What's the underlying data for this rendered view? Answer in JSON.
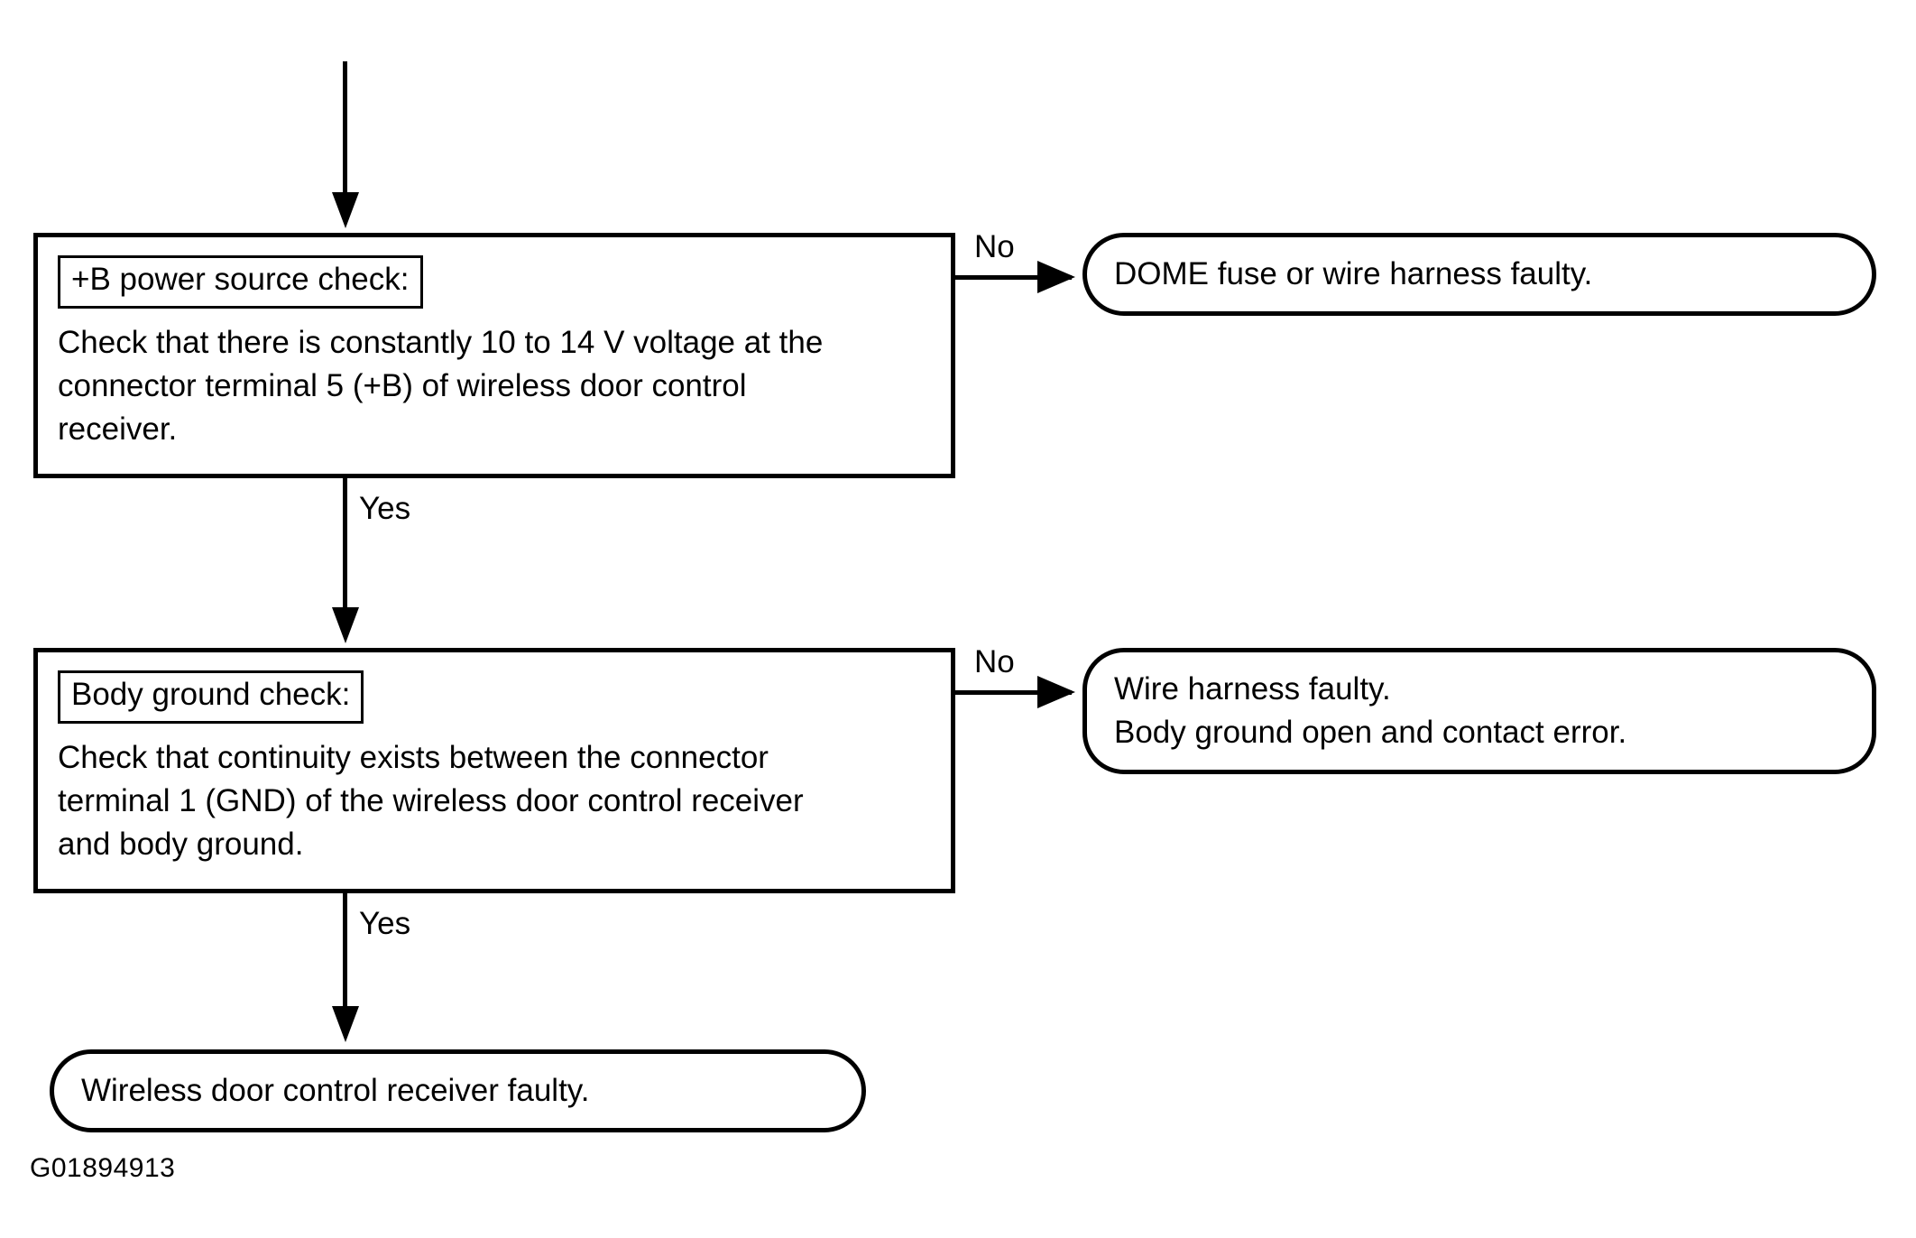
{
  "figure": {
    "type": "troubleshooting-flowchart",
    "footer_code": "G01894913",
    "ink_color": "#000000",
    "background_color": "#ffffff"
  },
  "nodes": {
    "entry_arrow": {
      "label": ""
    },
    "check1": {
      "title": "+B power source check:",
      "body": "Check that there is constantly 10 to 14 V voltage at the\nconnector terminal 5 (+B) of wireless door control\nreceiver."
    },
    "result1": {
      "line1": "DOME fuse or wire harness faulty."
    },
    "check2": {
      "title": "Body ground check:",
      "body": "Check that continuity exists between the connector\nterminal 1 (GND) of the wireless door control receiver\nand body ground."
    },
    "result2": {
      "line1": "Wire harness faulty.",
      "line2": "Body ground open and contact error."
    },
    "result3": {
      "line1": "Wireless door control receiver faulty."
    }
  },
  "edges": {
    "check1_no": "No",
    "check1_yes": "Yes",
    "check2_no": "No",
    "check2_yes": "Yes"
  }
}
